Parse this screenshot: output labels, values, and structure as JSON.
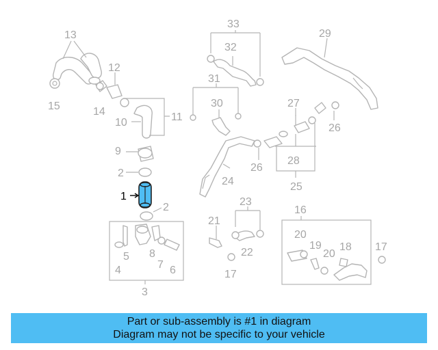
{
  "callouts": {
    "n1": "1",
    "n2a": "2",
    "n2b": "2",
    "n3": "3",
    "n4": "4",
    "n5": "5",
    "n6": "6",
    "n7": "7",
    "n8": "8",
    "n9": "9",
    "n10": "10",
    "n11": "11",
    "n12": "12",
    "n13": "13",
    "n14": "14",
    "n15": "15",
    "n16": "16",
    "n17a": "17",
    "n17b": "17",
    "n18": "18",
    "n19": "19",
    "n20a": "20",
    "n20b": "20",
    "n21": "21",
    "n22": "22",
    "n23": "23",
    "n24": "24",
    "n25": "25",
    "n26a": "26",
    "n26b": "26",
    "n27": "27",
    "n28": "28",
    "n29": "29",
    "n30": "30",
    "n31": "31",
    "n32": "32",
    "n33": "33"
  },
  "highlighted_part": "1",
  "highlight_color": "#4fbdf3",
  "caption": {
    "line1": "Part or sub-assembly is #1 in diagram",
    "line2": "Diagram may not be specific to your vehicle"
  }
}
